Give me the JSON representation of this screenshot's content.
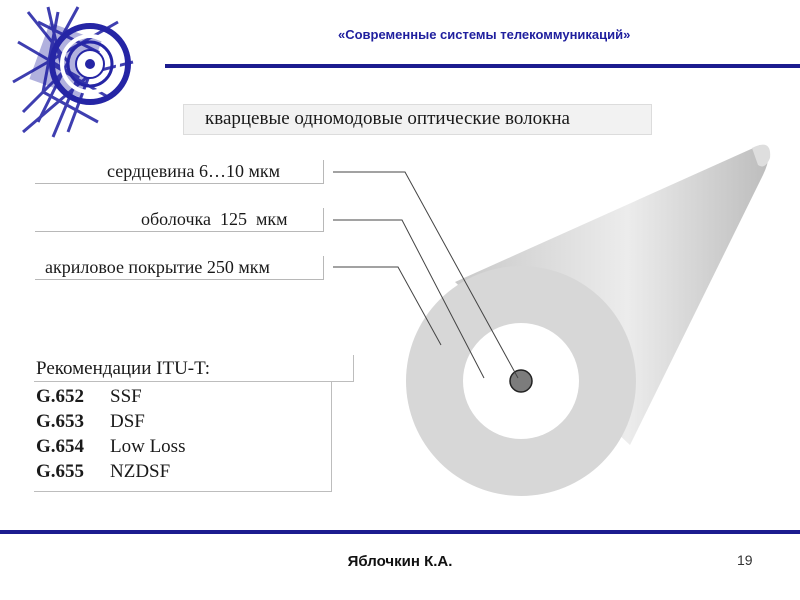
{
  "header": {
    "title": "«Современные системы телекоммуникаций»",
    "accent_color": "#1c1c8f"
  },
  "logo": {
    "icon": "globe-logo-icon"
  },
  "diagram": {
    "title": "кварцевые одномодовые оптические волокна",
    "labels": [
      {
        "text": "сердцевина 6…10 мкм"
      },
      {
        "text": "оболочка  125  мкм"
      },
      {
        "text": "акриловое покрытие 250 мкм"
      }
    ],
    "colors": {
      "coating": "#d7d7d7",
      "cladding": "#ffffff",
      "core": "#7c7c7c"
    }
  },
  "recommendations": {
    "heading": "Рекомендации ITU-T:",
    "items": [
      {
        "code": "G.652",
        "name": "SSF"
      },
      {
        "code": "G.653",
        "name": "DSF"
      },
      {
        "code": "G.654",
        "name": "Low Loss"
      },
      {
        "code": "G.655",
        "name": "NZDSF"
      }
    ]
  },
  "footer": {
    "author": "Яблочкин К.А.",
    "page": "19"
  }
}
